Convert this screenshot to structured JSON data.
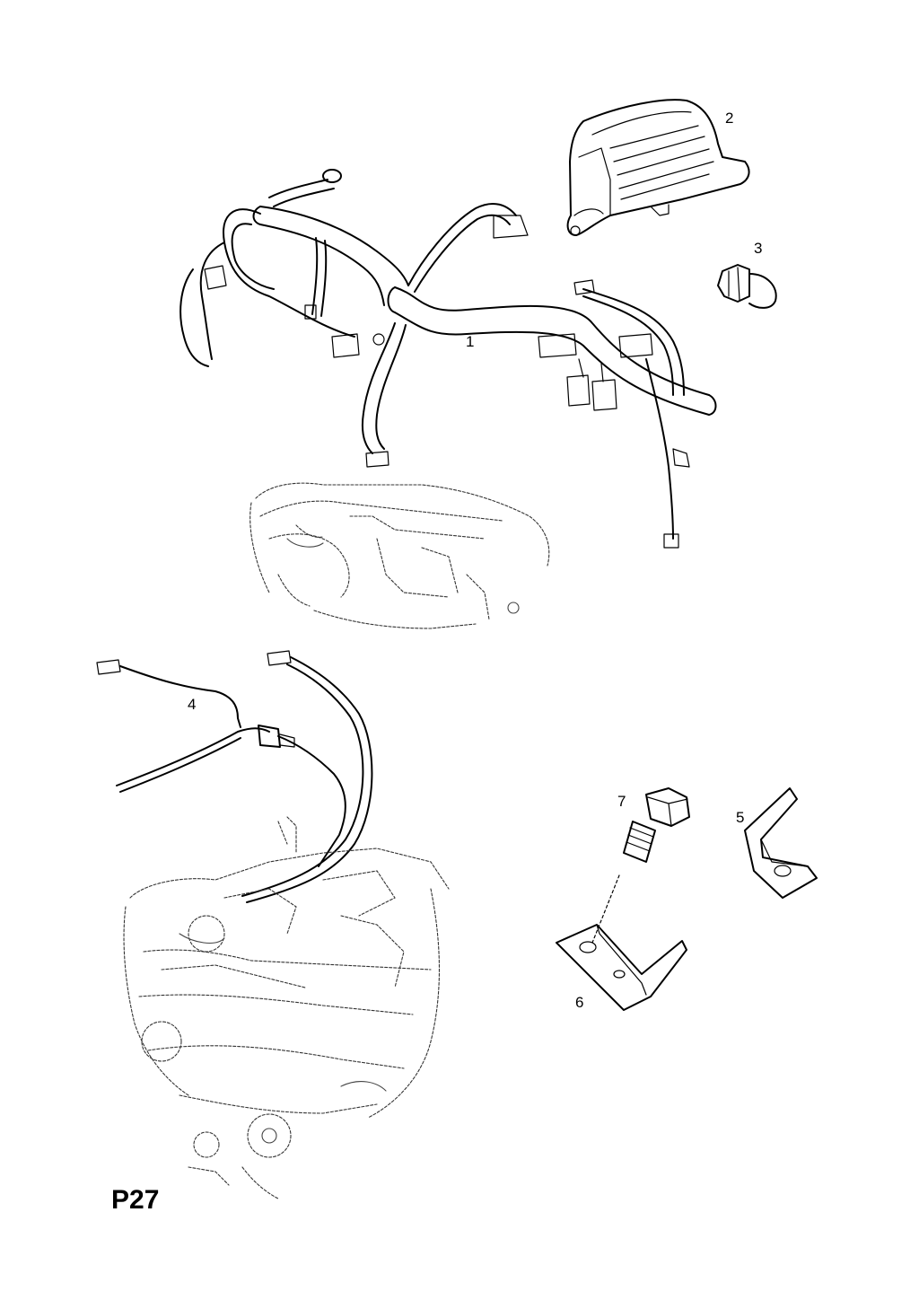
{
  "diagram": {
    "page_code": "P27",
    "callouts": {
      "harness": "1",
      "module": "2",
      "cap": "3",
      "sensor_wire": "4",
      "bracket_small": "5",
      "bracket_large": "6",
      "bolt": "7"
    }
  }
}
